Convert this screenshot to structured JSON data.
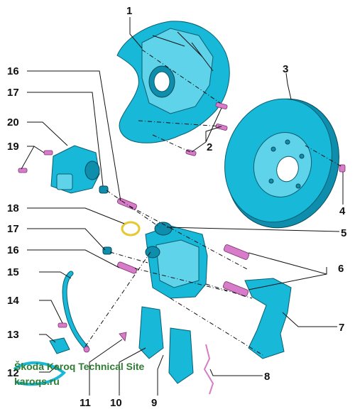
{
  "callouts": {
    "c1": "1",
    "c2": "2",
    "c3": "3",
    "c4": "4",
    "c5": "5",
    "c6": "6",
    "c7": "7",
    "c8": "8",
    "c9": "9",
    "c10": "10",
    "c11": "11",
    "c12": "12",
    "c13": "13",
    "c14": "14",
    "c15": "15",
    "c16a": "16",
    "c16b": "16",
    "c17a": "17",
    "c17b": "17",
    "c18": "18",
    "c19": "19",
    "c20": "20"
  },
  "watermark": {
    "title": "Škoda Karoq Technical Site",
    "url": "karoqs.ru"
  },
  "colors": {
    "part": "#17b8d8",
    "bolt": "#d77cc8",
    "watermark": "#2f7d32"
  }
}
